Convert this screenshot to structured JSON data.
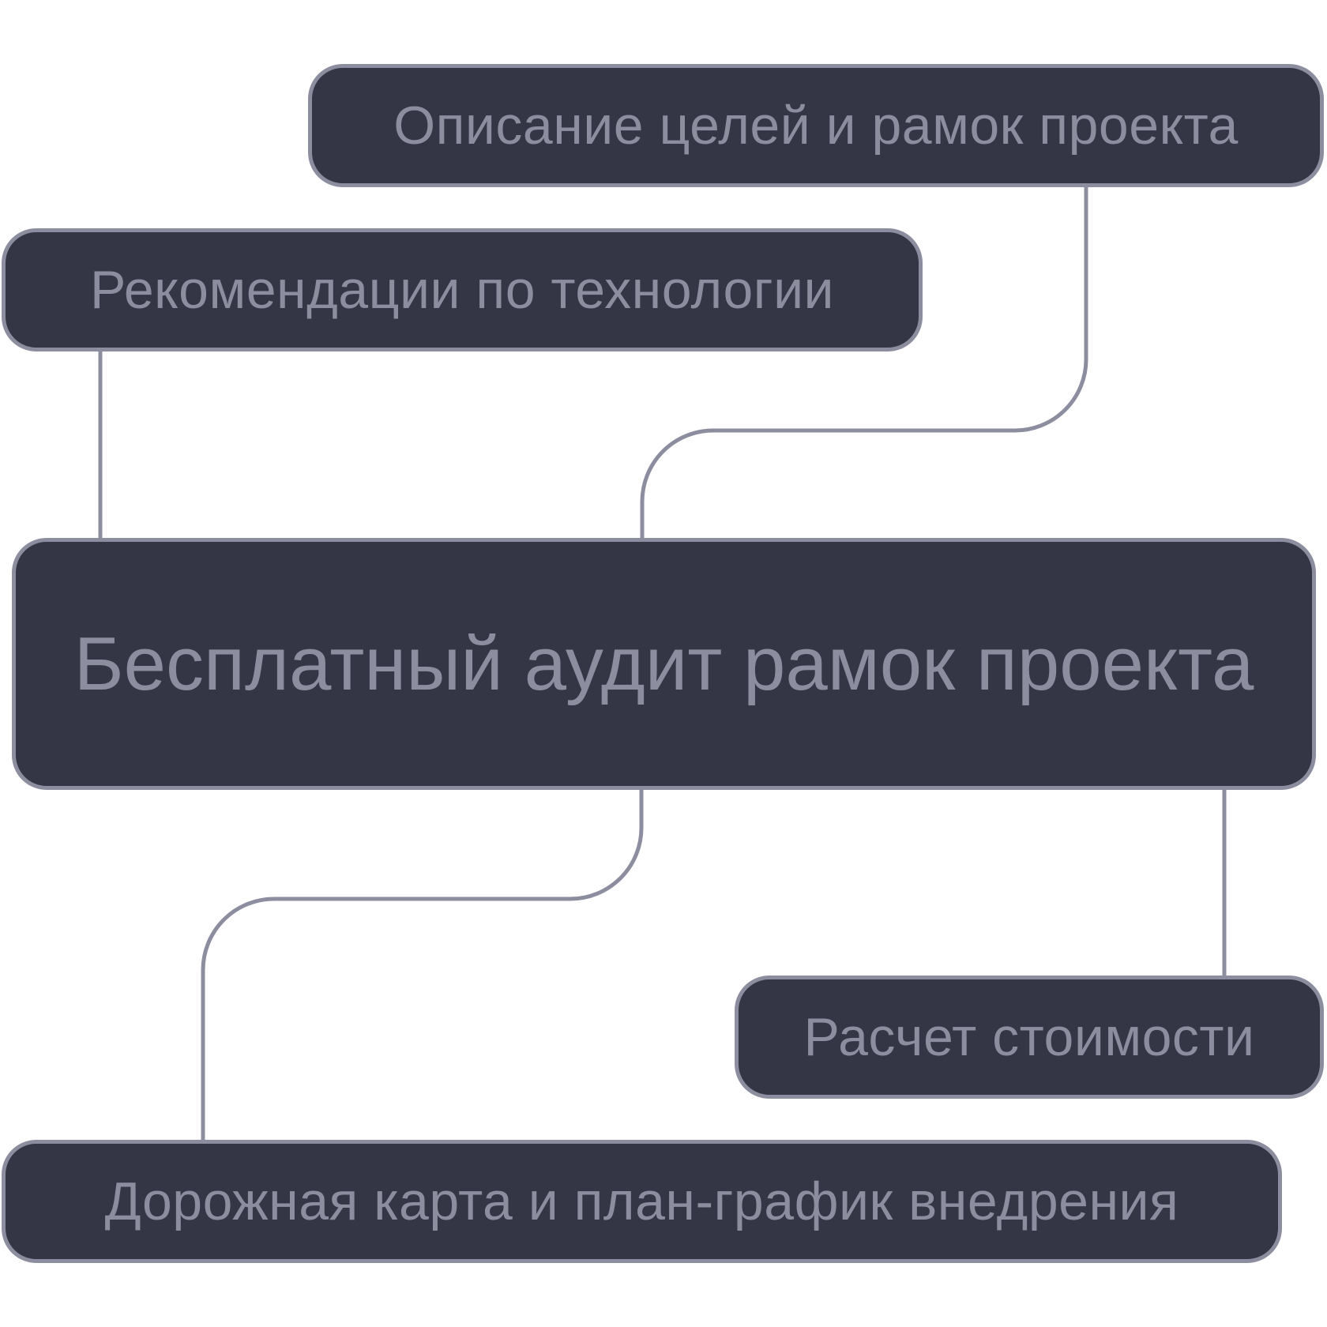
{
  "diagram": {
    "colors": {
      "node_fill": "#343545",
      "node_stroke": "#8c8d9f",
      "text": "#8c8d9f",
      "connector": "#8c8d9f",
      "background": "#ffffff"
    },
    "nodes": {
      "goals": "Описание целей и рамок проекта",
      "tech": "Рекомендации по технологии",
      "audit": "Бесплатный аудит рамок проекта",
      "cost": "Расчет стоимости",
      "road": "Дорожная карта и план-график внедрения"
    }
  }
}
